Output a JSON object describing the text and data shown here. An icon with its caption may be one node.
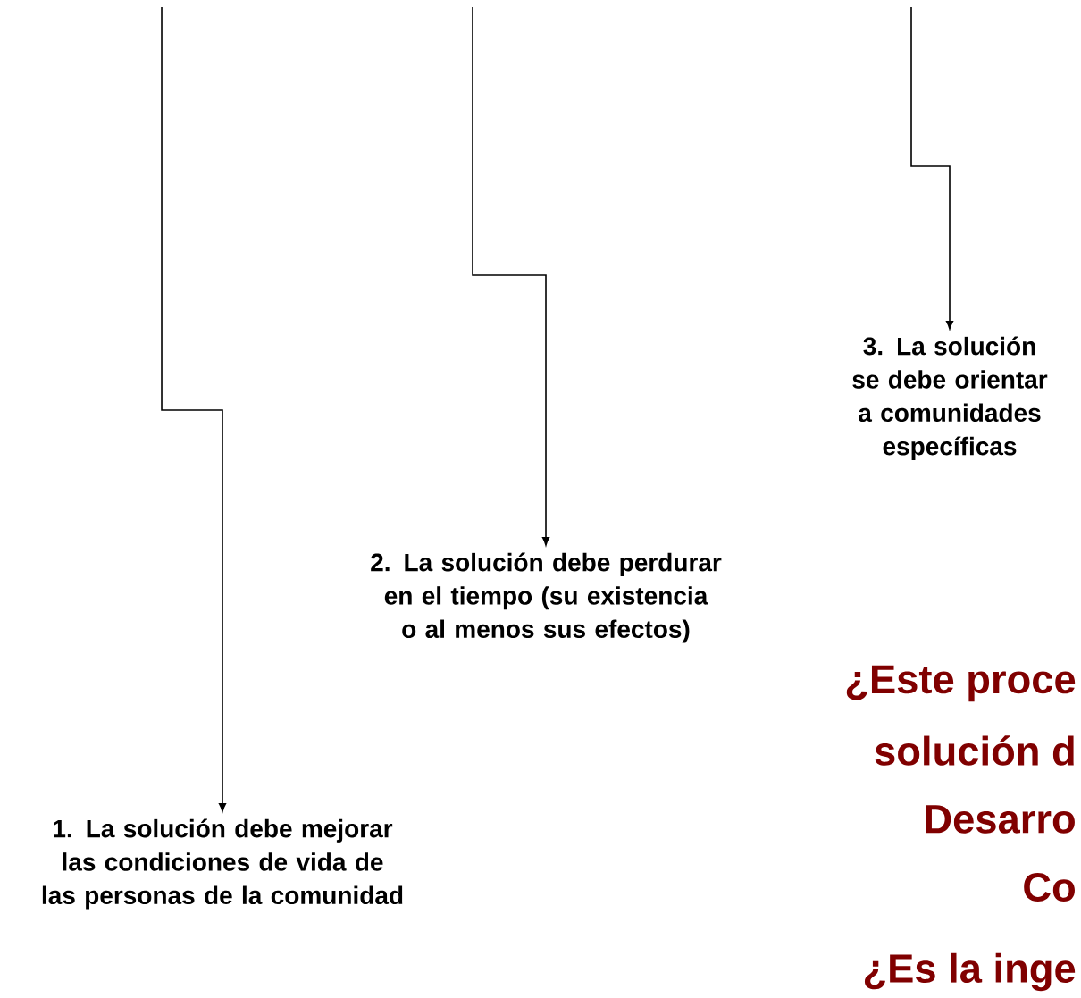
{
  "diagram": {
    "nodes": [
      {
        "text": [
          "1. La solución debe mejorar las condiciones de vida de las personas de la comunidad"
        ]
      },
      {
        "text": [
          "2. La solución debe perdurar en el tiempo (su existencia o al menos sus efectos)"
        ]
      },
      {
        "text": [
          "3. La solución se debe orientar a comunidades específicas"
        ]
      }
    ],
    "edges": [
      {
        "from": null,
        "to": 0,
        "arrow": "to"
      },
      {
        "from": null,
        "to": 1,
        "arrow": "to"
      },
      {
        "from": null,
        "to": 2,
        "arrow": "to"
      }
    ],
    "labels": [
      "¿Este proce",
      "solución d",
      "Desarro",
      "Co",
      "¿Es la inge"
    ]
  }
}
